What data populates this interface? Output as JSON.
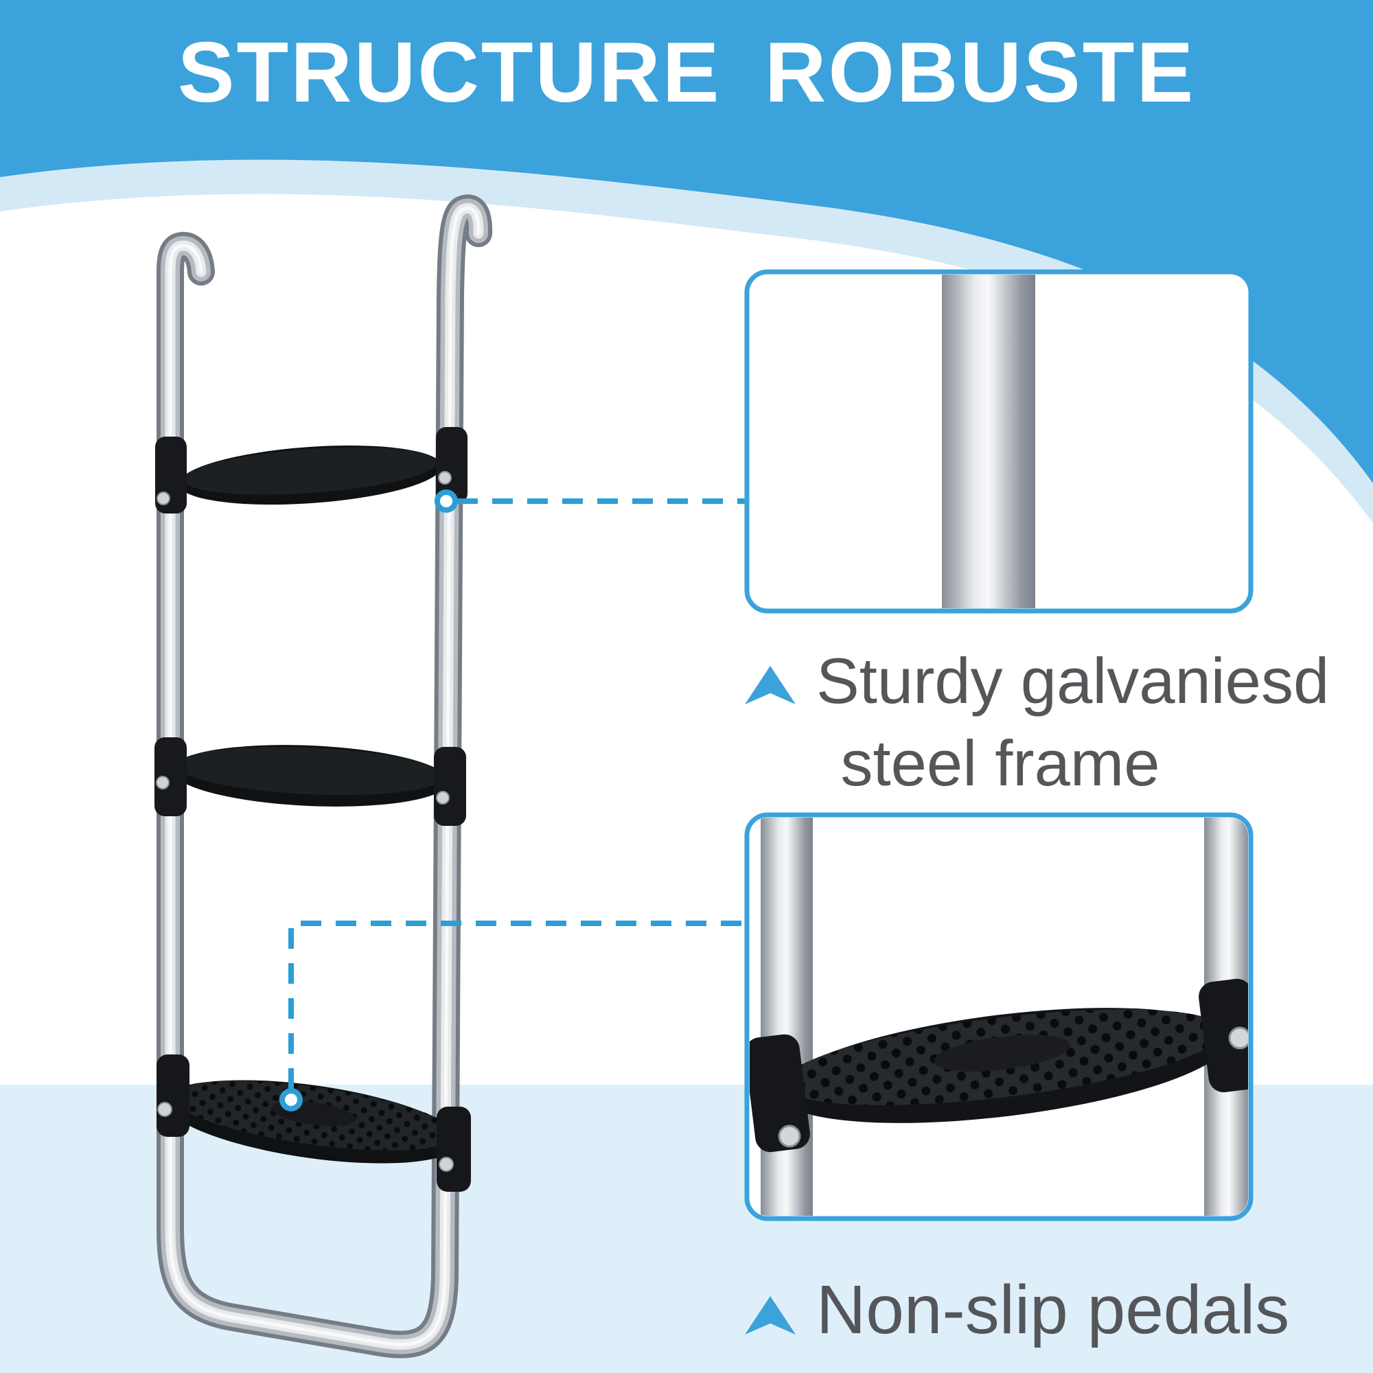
{
  "title": "STRUCTURE ROBUSTE",
  "colors": {
    "accent": "#3BA2DB",
    "arc_band": "#D4E9F6",
    "bottom_band": "#DFEFF9",
    "dash": "#2D9DD6",
    "caption_text": "#54565A",
    "title_text": "#FFFFFF"
  },
  "callouts": [
    {
      "icon": "up-arrow-icon",
      "caption_line1": "Sturdy galvaniesd",
      "caption_line2": "steel frame"
    },
    {
      "icon": "up-arrow-icon",
      "caption": "Non-slip pedals"
    }
  ]
}
